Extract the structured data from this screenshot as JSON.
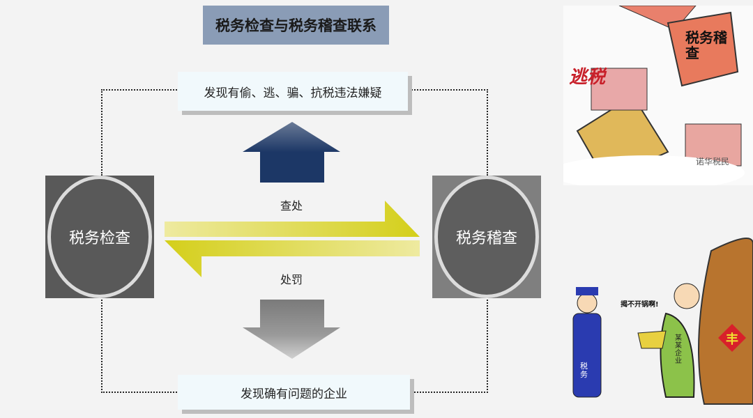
{
  "title": "税务检查与税务稽查联系",
  "top_box": "发现有偷、逃、骗、抗税违法嫌疑",
  "bottom_box": "发现确有问题的企业",
  "left_node": "税务检查",
  "right_node": "税务稽查",
  "arrow_labels": {
    "upper": "查处",
    "lower": "处罚"
  },
  "illustrations": {
    "top": {
      "caption_left": "逃税",
      "hammer_text": "税务稽查",
      "watermark": "诺华税民"
    },
    "bottom": {
      "speech": "揭不开锅啊!",
      "uniform_text": "税务",
      "shirt_text": "某某企业",
      "jar_symbol": "丰"
    }
  },
  "colors": {
    "title_bg": "#8a9cb6",
    "up_arrow": "#1c3766",
    "yellow_arrow": "#d4cf1a",
    "down_arrow": "#8c8c8c"
  }
}
